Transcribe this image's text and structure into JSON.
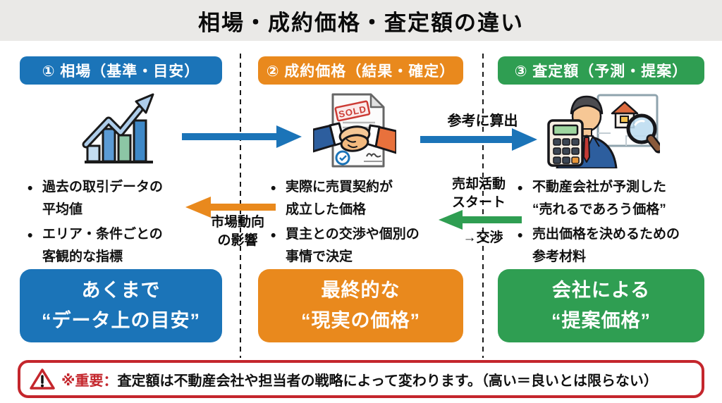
{
  "colors": {
    "blue": "#1b74b8",
    "orange": "#e9891d",
    "green": "#2f9e52",
    "red": "#c4262c",
    "bg": "#eae9e7"
  },
  "title": "相場・成約価格・査定額の違い",
  "columns": [
    {
      "header": "① 相場（基準・目安）",
      "icon": "bar-chart-trend-icon",
      "bullets": [
        [
          "過去の取引データの",
          "平均値"
        ],
        [
          "エリア・条件ごとの",
          "客観的な指標"
        ]
      ],
      "summary": [
        "あくまで",
        "“データ上の目安”"
      ]
    },
    {
      "header": "② 成約価格（結果・確定）",
      "icon": "sold-contract-handshake-icon",
      "bullets": [
        [
          "実際に売買契約が",
          "成立した価格"
        ],
        [
          "買主との交渉や個別の",
          "事情で決定"
        ]
      ],
      "summary": [
        "最終的な",
        "“現実の価格”"
      ]
    },
    {
      "header": "③ 査定額（予測・提案）",
      "icon": "appraiser-calculator-icon",
      "bullets": [
        [
          "不動産会社が予測した",
          "“売れるであろう価格”"
        ],
        [
          "売出価格を決めるための",
          "参考材料"
        ]
      ],
      "summary": [
        "会社による",
        "“提案価格”"
      ]
    }
  ],
  "arrows": {
    "to_appraisal_label": "参考に算出",
    "market_influence_label": [
      "市場動向",
      "の影響"
    ],
    "sales_start_label": [
      "売却活動",
      "スタート"
    ],
    "negotiation_label": "→交渉"
  },
  "warning": {
    "icon": "warning-triangle-icon",
    "prefix": "※重要：",
    "text": "査定額は不動産会社や担当者の戦略によって変わります。（高い＝良いとは限らない）"
  }
}
